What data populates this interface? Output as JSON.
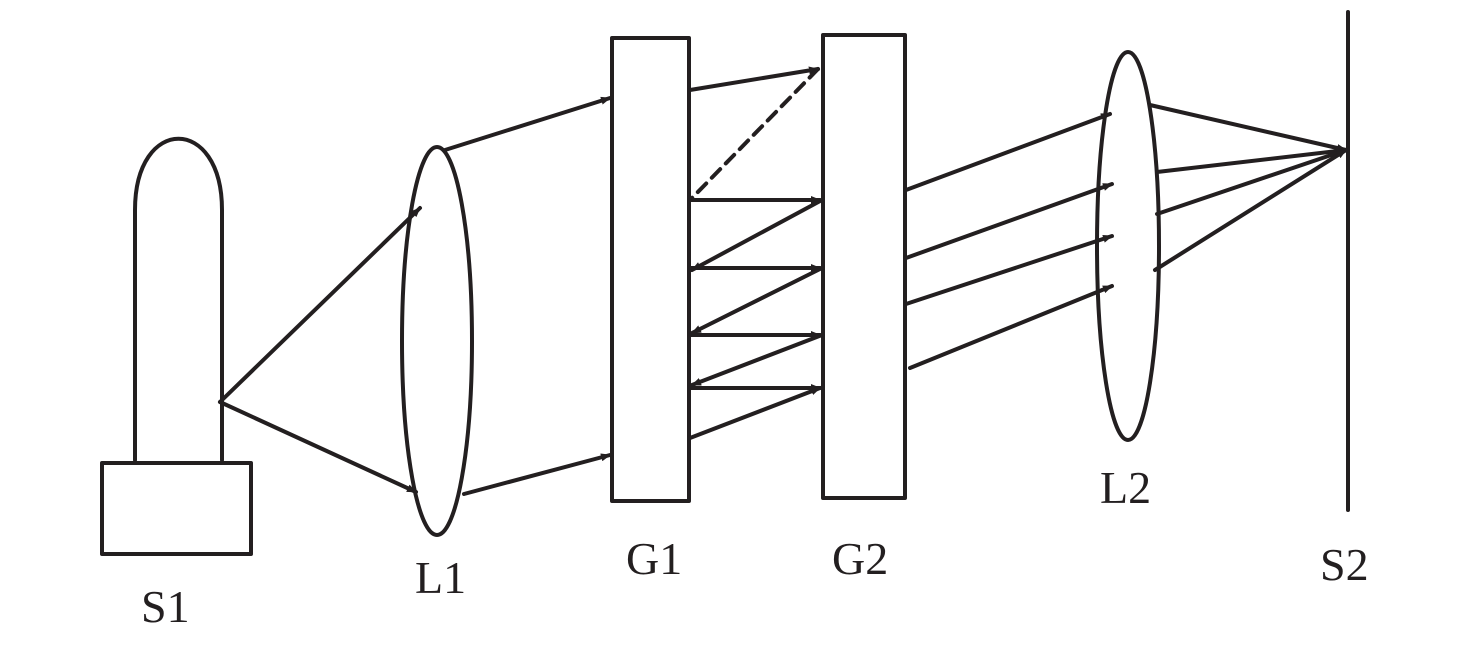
{
  "labels": {
    "source": "S1",
    "lens1": "L1",
    "grating1": "G1",
    "grating2": "G2",
    "lens2": "L2",
    "screen": "S2"
  },
  "colors": {
    "stroke": "#231f20",
    "background": "#ffffff"
  }
}
